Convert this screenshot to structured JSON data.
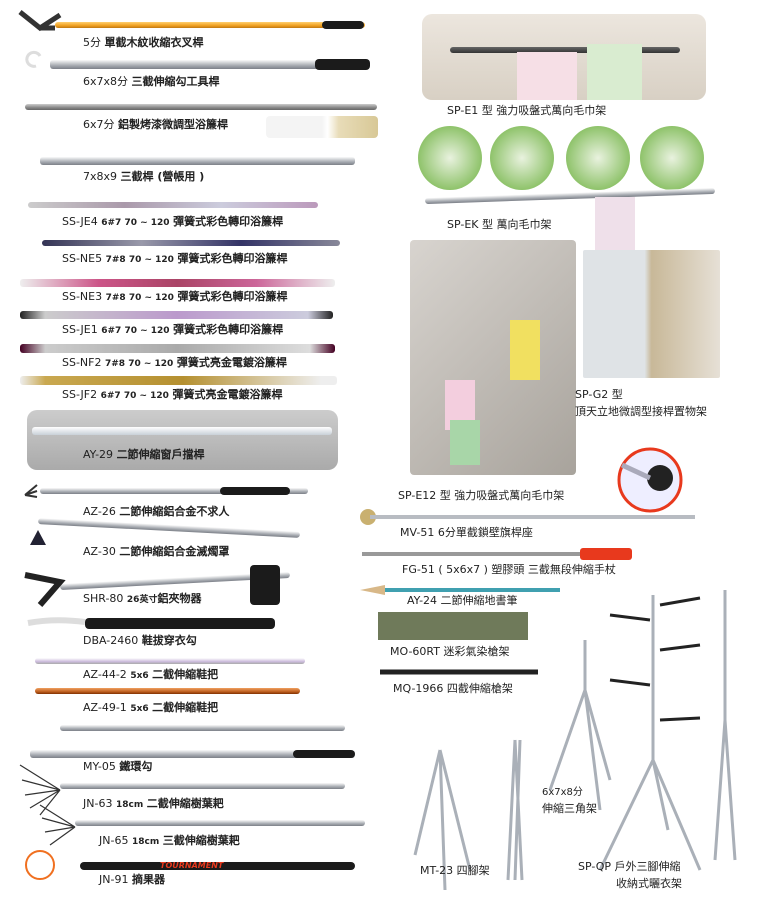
{
  "left_products": [
    {
      "code": "",
      "spec": "5分",
      "name": "單截木紋收縮衣叉桿"
    },
    {
      "code": "",
      "spec": "6x7x8分",
      "name": "三截伸縮勾工具桿"
    },
    {
      "code": "",
      "spec": "6x7分",
      "name": "鋁製烤漆微調型浴簾桿"
    },
    {
      "code": "",
      "spec": "7x8x9",
      "name": "三截桿 (營帳用 )"
    },
    {
      "code": "SS-JE4",
      "spec": "6#7  70 ~ 120",
      "name": "彈簧式彩色轉印浴簾桿"
    },
    {
      "code": "SS-NE5",
      "spec": "7#8  70 ~ 120",
      "name": "彈簧式彩色轉印浴簾桿"
    },
    {
      "code": "SS-NE3",
      "spec": "7#8  70 ~ 120",
      "name": "彈簧式彩色轉印浴簾桿"
    },
    {
      "code": "SS-JE1",
      "spec": "6#7  70 ~ 120",
      "name": "彈簧式彩色轉印浴簾桿"
    },
    {
      "code": "SS-NF2",
      "spec": "7#8  70 ~ 120",
      "name": "彈簧式亮金電鍍浴簾桿"
    },
    {
      "code": "SS-JF2",
      "spec": "6#7  70 ~ 120",
      "name": "彈簧式亮金電鍍浴簾桿"
    },
    {
      "code": "AY-29",
      "spec": "",
      "name": "二節伸縮窗戶擋桿"
    },
    {
      "code": "AZ-26",
      "spec": "",
      "name": "二節伸縮鋁合金不求人"
    },
    {
      "code": "AZ-30",
      "spec": "",
      "name": "二節伸縮鋁合金滅燭罩"
    },
    {
      "code": "SHR-80",
      "spec": "26英寸",
      "name": "鋁夾物器"
    },
    {
      "code": "DBA-2460",
      "spec": "",
      "name": "鞋拔穿衣勾"
    },
    {
      "code": "AZ-44-2",
      "spec": "5x6",
      "name": "二截伸縮鞋把"
    },
    {
      "code": "AZ-49-1",
      "spec": "5x6",
      "name": "二截伸縮鞋把"
    },
    {
      "code": "MY-05",
      "spec": "",
      "name": "鐵環勾"
    },
    {
      "code": "JN-63",
      "spec": "18cm",
      "name": "二截伸縮樹葉耙"
    },
    {
      "code": "JN-65",
      "spec": "18cm",
      "name": "三截伸縮樹葉耙"
    },
    {
      "code": "JN-91",
      "spec": "",
      "name": "摘果器"
    }
  ],
  "right_products": {
    "sp_e1": "SP-E1 型  強力吸盤式萬向毛巾架",
    "sp_ek": "SP-EK 型  萬向毛巾架",
    "sp_e12": "SP-E12 型  強力吸盤式萬向毛巾架",
    "sp_g2_1": "SP-G2 型",
    "sp_g2_2": "頂天立地微調型接桿置物架",
    "mv51": "MV-51 6分單截鎖壁旗桿座",
    "fg51": "FG-51 ( 5x6x7 ) 塑膠頭   三截無段伸縮手杖",
    "ay24": "AY-24 二節伸縮地書筆",
    "mo60rt": "MO-60RT 迷彩氣染槍架",
    "mq1966": "MQ-1966 四截伸縮槍架",
    "mt23": "MT-23 四腳架",
    "tripod_1": "6x7x8分",
    "tripod_2": "伸縮三角架",
    "spqp_1": "SP-QP 戶外三腳伸縮",
    "spqp_2": "收納式曬衣架"
  },
  "logo_text": "TOURNAMENT",
  "colors": {
    "orange": "#f0a020",
    "accent_red": "#e8391d",
    "silver": "#b8bcc2"
  }
}
